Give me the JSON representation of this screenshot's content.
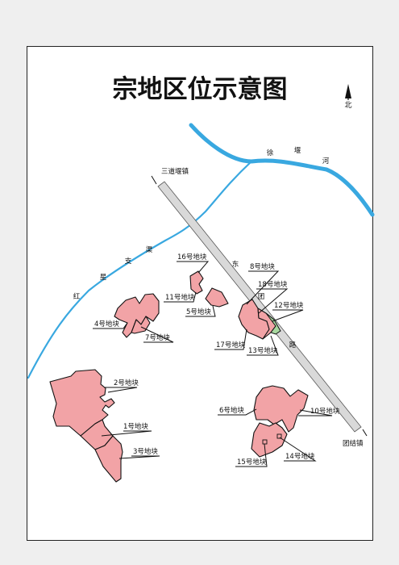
{
  "title": "宗地区位示意图",
  "north": {
    "label": "北"
  },
  "rivers": {
    "xu_yan_he": [
      "徐",
      "堰",
      "河"
    ],
    "hong_xing_zhi_qu": [
      "红",
      "星",
      "支",
      "渠"
    ]
  },
  "road": {
    "chars": [
      "东",
      "团",
      "路"
    ],
    "start_label": "三道堰镇",
    "end_label": "团结镇"
  },
  "parcels": {
    "p1": "1号地块",
    "p2": "2号地块",
    "p3": "3号地块",
    "p4": "4号地块",
    "p5": "5号地块",
    "p6": "6号地块",
    "p7": "7号地块",
    "p8": "8号地块",
    "p10": "10号地块",
    "p11": "11号地块",
    "p12": "12号地块",
    "p13": "13号地块",
    "p14": "14号地块",
    "p15": "15号地块",
    "p16": "16号地块",
    "p17": "17号地块",
    "p18": "18号地块"
  },
  "colors": {
    "parcel_fill": "#f2a3a6",
    "highlight_fill": "#a8d8a0",
    "river": "#39a8e0",
    "road_fill": "#d9d9d9"
  }
}
